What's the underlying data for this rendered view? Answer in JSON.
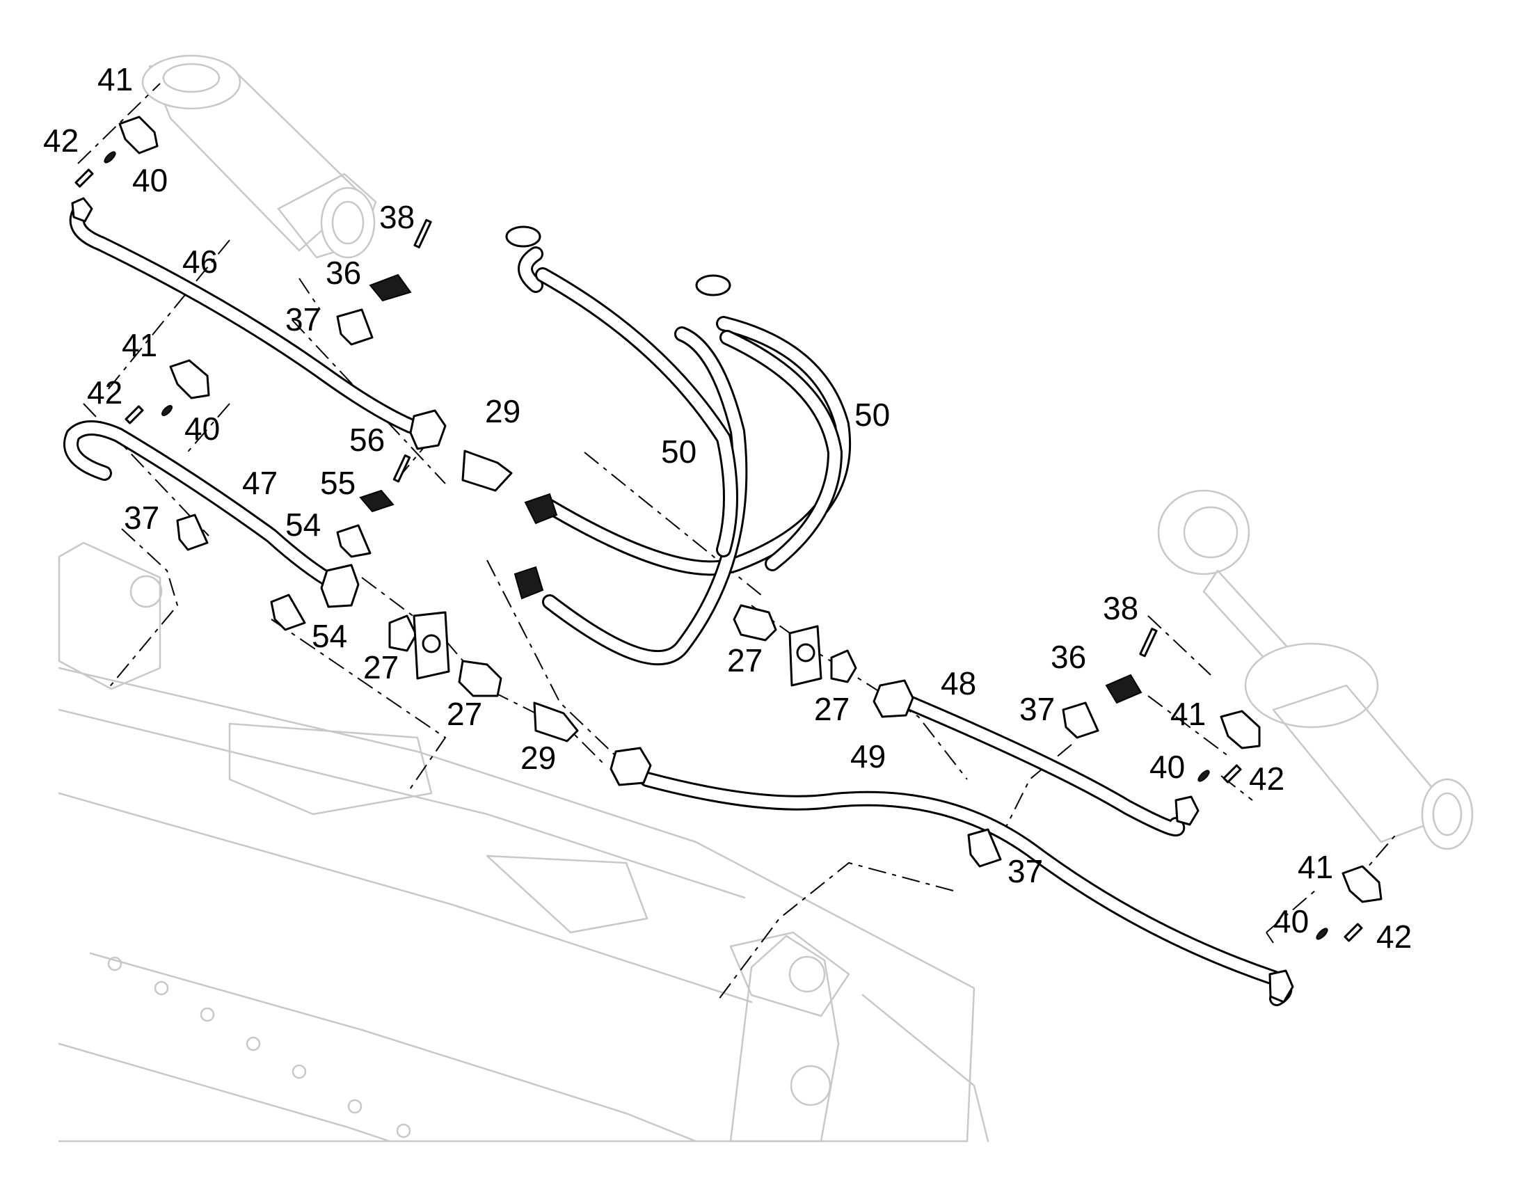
{
  "callouts": {
    "c41_a": "41",
    "c42_a": "42",
    "c40_a": "40",
    "c46": "46",
    "c38_a": "38",
    "c36_a": "36",
    "c37_a": "37",
    "c41_b": "41",
    "c42_b": "42",
    "c40_b": "40",
    "c29_a": "29",
    "c56": "56",
    "c55": "55",
    "c47": "47",
    "c50_a": "50",
    "c50_b": "50",
    "c37_b": "37",
    "c54_a": "54",
    "c54_b": "54",
    "c27_a": "27",
    "c27_b": "27",
    "c29_b": "29",
    "c27_c": "27",
    "c27_d": "27",
    "c38_b": "38",
    "c36_b": "36",
    "c48": "48",
    "c37_c": "37",
    "c41_c": "41",
    "c40_c": "40",
    "c42_c": "42",
    "c49": "49",
    "c37_d": "37",
    "c41_d": "41",
    "c40_d": "40",
    "c42_d": "42"
  },
  "colors": {
    "line": "#000000",
    "background_machine": "#c8c8c8",
    "paper": "#ffffff"
  }
}
